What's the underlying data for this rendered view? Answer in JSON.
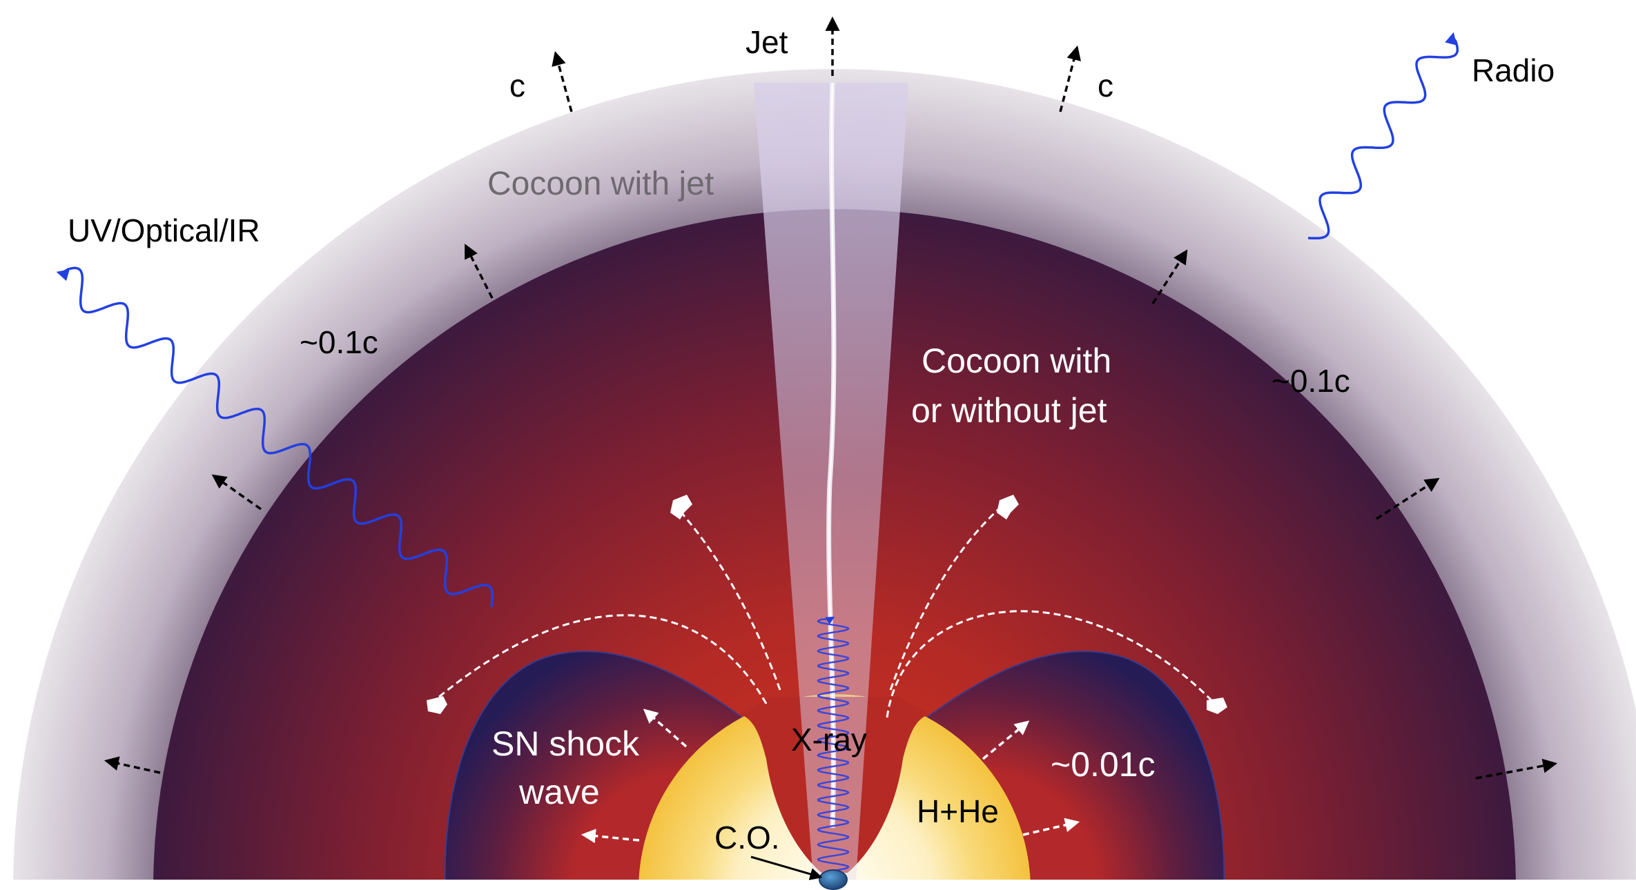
{
  "labels": {
    "jet": "Jet",
    "c_left": "c",
    "c_right": "c",
    "radio": "Radio",
    "cocoon_with_jet": "Cocoon with jet",
    "uv_optical_ir": "UV/Optical/IR",
    "speed_left": "~0.1c",
    "speed_right": "~0.1c",
    "cocoon_with_or_without_jet_line1": "Cocoon with",
    "cocoon_with_or_without_jet_line2": "or without jet",
    "sn_shock_wave_line1": "SN shock",
    "sn_shock_wave_line2": "wave",
    "xray": "X-ray",
    "speed_inner": "~0.01c",
    "h_he": "H+He",
    "compact_object": "C.O."
  },
  "colors": {
    "outer_shell": "#e3dde3",
    "cocoon_dark": "#3a1a4a",
    "cocoon_red": "#b52a25",
    "shock_dark": "#2a1d55",
    "star_yellow": "#f6cc55",
    "star_center": "#fffbe6",
    "photon_blue": "#2340e0",
    "jet_beam": "#c9b9e0",
    "compact_object": "#1e4f8a"
  }
}
